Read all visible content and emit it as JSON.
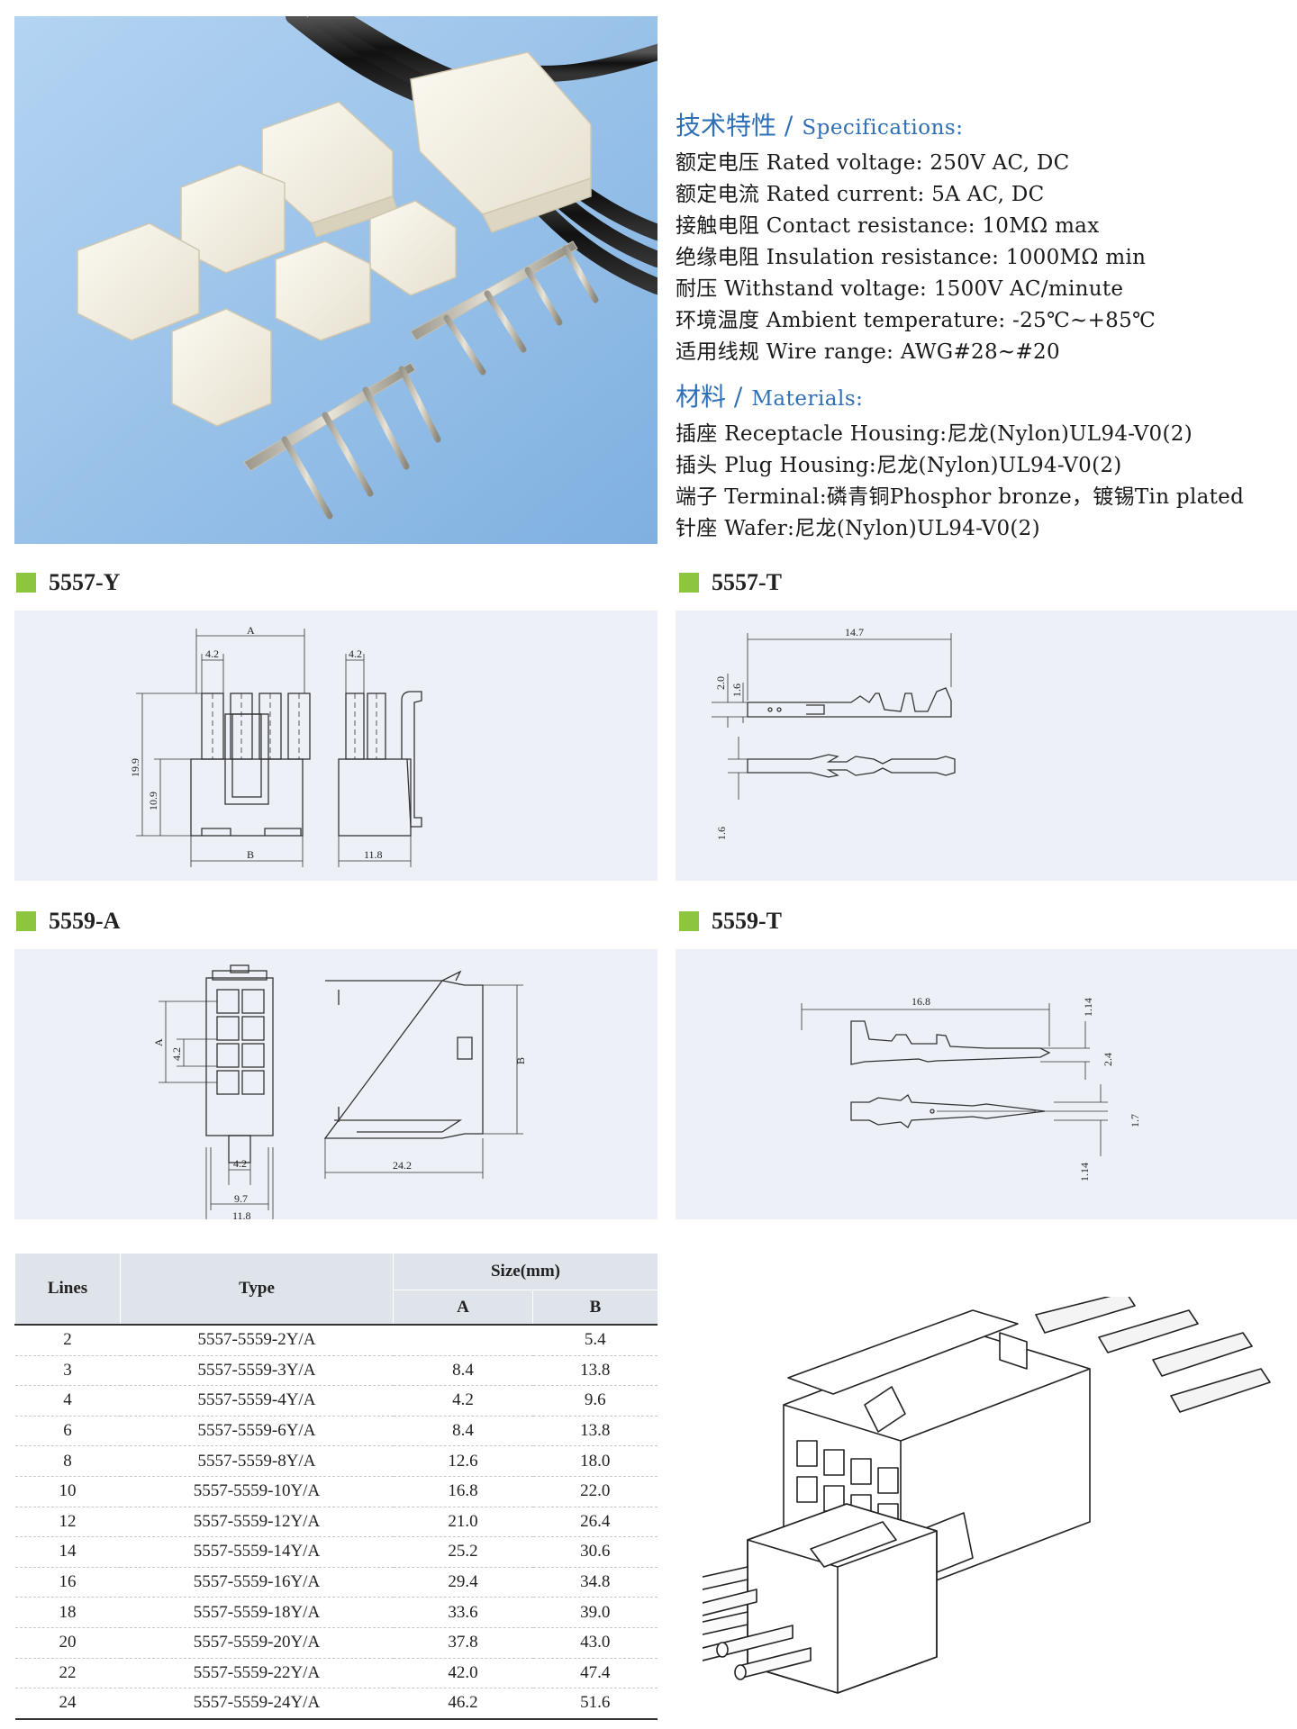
{
  "specifications": {
    "heading_cn": "技术特性 /",
    "heading_en": "Specifications:",
    "rows": [
      {
        "label": "额定电压 Rated voltage:",
        "value": "250V AC, DC"
      },
      {
        "label": "额定电流 Rated current:",
        "value": "5A AC, DC"
      },
      {
        "label": "接触电阻 Contact resistance:",
        "value": "10MΩ max"
      },
      {
        "label": "绝缘电阻 Insulation resistance:",
        "value": "1000MΩ min"
      },
      {
        "label": "耐压 Withstand voltage:",
        "value": "1500V AC/minute"
      },
      {
        "label": "环境温度 Ambient temperature:",
        "value": "-25℃~+85℃"
      },
      {
        "label": "适用线规 Wire range:",
        "value": "AWG#28~#20"
      }
    ]
  },
  "materials": {
    "heading_cn": "材料 /",
    "heading_en": "Materials:",
    "rows": [
      {
        "label": "插座 Receptacle Housing:",
        "value": "尼龙(Nylon)UL94-V0(2)"
      },
      {
        "label": "插头 Plug Housing:",
        "value": "尼龙(Nylon)UL94-V0(2)"
      },
      {
        "label": "端子 Terminal:",
        "value": "磷青铜Phosphor bronze，镀锡Tin plated"
      },
      {
        "label": "针座 Wafer:",
        "value": "尼龙(Nylon)UL94-V0(2)"
      }
    ]
  },
  "sections": {
    "s5557y": "5557-Y",
    "s5557t": "5557-T",
    "s5559a": "5559-A",
    "s5559t": "5559-T"
  },
  "dims_5557y": {
    "a": "A",
    "pitch": "4.2",
    "pitch2": "4.2",
    "h1": "19.9",
    "h2": "10.9",
    "b": "B",
    "w": "11.8"
  },
  "dims_5557t": {
    "len": "14.7",
    "h1": "2.0",
    "h2": "1.6",
    "h3": "1.6"
  },
  "dims_5559a": {
    "a": "A",
    "pitch": "4.2",
    "pitch2": "4.2",
    "w1": "9.7",
    "w2": "11.8",
    "b": "B",
    "len": "24.2"
  },
  "dims_5559t": {
    "len": "16.8",
    "t1": "1.14",
    "h1": "2.4",
    "h2": "1.7",
    "t2": "1.14"
  },
  "table": {
    "h_lines": "Lines",
    "h_type": "Type",
    "h_size": "Size(mm)",
    "h_a": "A",
    "h_b": "B",
    "rows": [
      {
        "lines": "2",
        "type": "5557-5559-2Y/A",
        "a": "",
        "b": "5.4"
      },
      {
        "lines": "3",
        "type": "5557-5559-3Y/A",
        "a": "8.4",
        "b": "13.8"
      },
      {
        "lines": "4",
        "type": "5557-5559-4Y/A",
        "a": "4.2",
        "b": "9.6"
      },
      {
        "lines": "6",
        "type": "5557-5559-6Y/A",
        "a": "8.4",
        "b": "13.8"
      },
      {
        "lines": "8",
        "type": "5557-5559-8Y/A",
        "a": "12.6",
        "b": "18.0"
      },
      {
        "lines": "10",
        "type": "5557-5559-10Y/A",
        "a": "16.8",
        "b": "22.0"
      },
      {
        "lines": "12",
        "type": "5557-5559-12Y/A",
        "a": "21.0",
        "b": "26.4"
      },
      {
        "lines": "14",
        "type": "5557-5559-14Y/A",
        "a": "25.2",
        "b": "30.6"
      },
      {
        "lines": "16",
        "type": "5557-5559-16Y/A",
        "a": "29.4",
        "b": "34.8"
      },
      {
        "lines": "18",
        "type": "5557-5559-18Y/A",
        "a": "33.6",
        "b": "39.0"
      },
      {
        "lines": "20",
        "type": "5557-5559-20Y/A",
        "a": "37.8",
        "b": "43.0"
      },
      {
        "lines": "22",
        "type": "5557-5559-22Y/A",
        "a": "42.0",
        "b": "47.4"
      },
      {
        "lines": "24",
        "type": "5557-5559-24Y/A",
        "a": "46.2",
        "b": "51.6"
      }
    ]
  },
  "colors": {
    "accent": "#2f6fb6",
    "bullet": "#8cc63f",
    "panel": "#edf1f7",
    "photo_bg": "#9cc3ea"
  }
}
